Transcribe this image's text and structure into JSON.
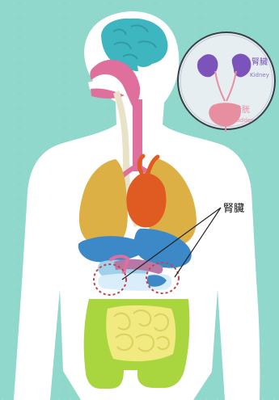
{
  "labels": {
    "callout": "腎臟",
    "inset_kidney_zh": "腎臟",
    "inset_kidney_en": "Kidney",
    "inset_bladder_zh": "膀胱",
    "inset_bladder_en": "Bladder"
  },
  "colors": {
    "background": "#8fd8cb",
    "body": "#ffffff",
    "brain": "#3db6c0",
    "airway": "#df6f9d",
    "esophagus": "#e8e2c9",
    "lungs": "#ddb045",
    "heart": "#e05b21",
    "stomach": "#3d88c7",
    "liver_gallbladder": "#9fd2ea",
    "pancreas": "#b678a6",
    "small_intestine": "#f1ea80",
    "large_intestine": "#a9d63f",
    "kidney_marker": "#c5434a",
    "inset_circle": "#e6eef2",
    "kidney": "#7b53bb",
    "bladder": "#e88ea1",
    "dark": "#222222"
  }
}
